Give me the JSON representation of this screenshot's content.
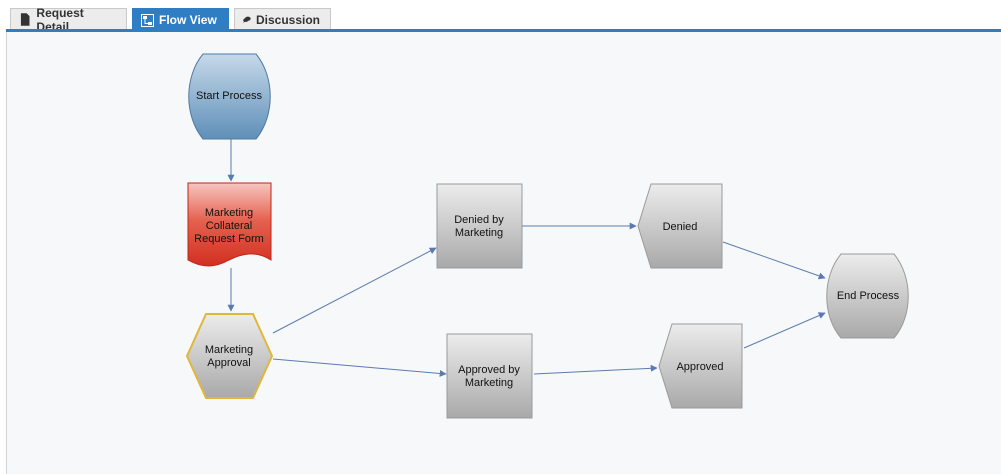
{
  "tabs": [
    {
      "label": "Request Detail",
      "icon": "document-icon",
      "active": false
    },
    {
      "label": "Flow View",
      "icon": "flow-icon",
      "active": true
    },
    {
      "label": "Discussion",
      "icon": "chat-bubbles-icon",
      "active": false
    }
  ],
  "colors": {
    "accent": "#2f7ec4",
    "start_fill": "#5f8fb8",
    "form_fill": "#d9392b",
    "approval_border": "#e0b73a",
    "step_fill": "#b7b7b7",
    "arrow": "#5b7bb0"
  },
  "nodes": {
    "start": {
      "lines": [
        "Start Process"
      ]
    },
    "form": {
      "lines": [
        "Marketing",
        "Collateral",
        "Request Form"
      ]
    },
    "approval": {
      "lines": [
        "Marketing",
        "Approval"
      ]
    },
    "denied_by": {
      "lines": [
        "Denied by",
        "Marketing"
      ]
    },
    "approved_by": {
      "lines": [
        "Approved by",
        "Marketing"
      ]
    },
    "denied": {
      "lines": [
        "Denied"
      ]
    },
    "approved": {
      "lines": [
        "Approved"
      ]
    },
    "end": {
      "lines": [
        "End Process"
      ]
    }
  }
}
